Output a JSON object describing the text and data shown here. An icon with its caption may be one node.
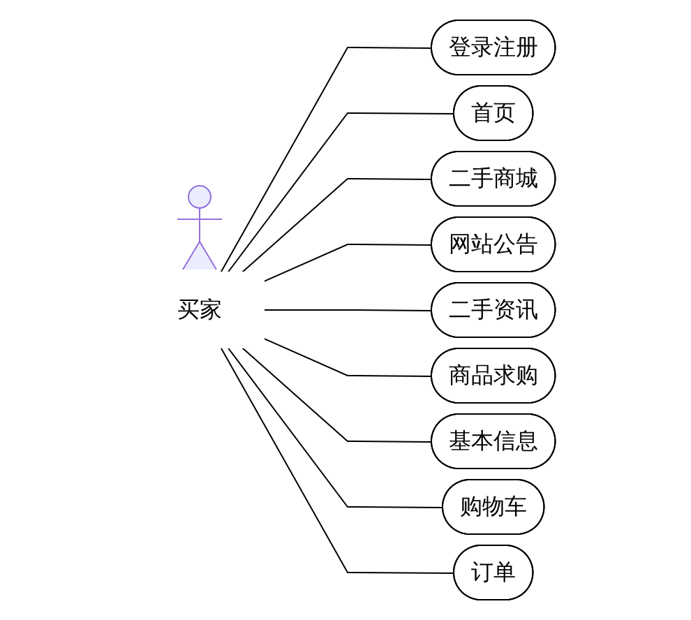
{
  "diagram": {
    "nodes": [
      {
        "text": [
          "买家"
        ]
      },
      {
        "text": [
          "登录注册"
        ]
      },
      {
        "text": [
          "首页"
        ]
      },
      {
        "text": [
          "二手商城"
        ]
      },
      {
        "text": [
          "网站公告"
        ]
      },
      {
        "text": [
          "二手资讯"
        ]
      },
      {
        "text": [
          "商品求购"
        ]
      },
      {
        "text": [
          "基本信息"
        ]
      },
      {
        "text": [
          "购物车"
        ]
      },
      {
        "text": [
          "订单"
        ]
      }
    ],
    "edges": [
      {
        "from": 0,
        "to": 1,
        "arrow": "none"
      },
      {
        "from": 0,
        "to": 2,
        "arrow": "none"
      },
      {
        "from": 0,
        "to": 3,
        "arrow": "none"
      },
      {
        "from": 0,
        "to": 4,
        "arrow": "none"
      },
      {
        "from": 0,
        "to": 5,
        "arrow": "none"
      },
      {
        "from": 0,
        "to": 6,
        "arrow": "none"
      },
      {
        "from": 0,
        "to": 7,
        "arrow": "none"
      },
      {
        "from": 0,
        "to": 8,
        "arrow": "none"
      },
      {
        "from": 0,
        "to": 9,
        "arrow": "none"
      }
    ]
  }
}
